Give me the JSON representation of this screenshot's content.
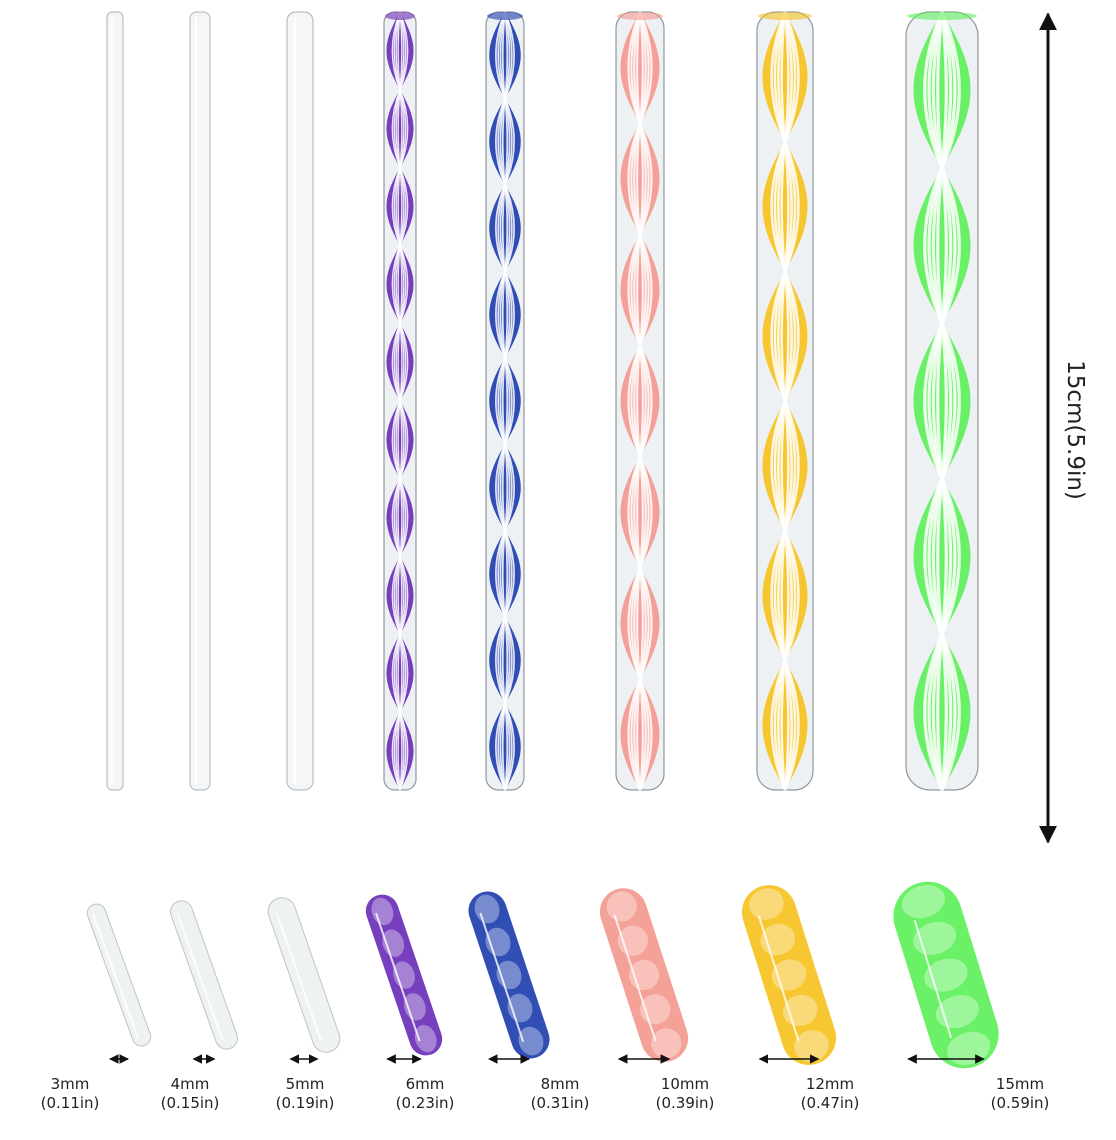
{
  "product_photo": {
    "height_label": "15cm(5.9in)",
    "rods": [
      {
        "size_mm": "3mm",
        "size_in": "(0.11in)",
        "color": "#dfe4e8",
        "pattern": "clear"
      },
      {
        "size_mm": "4mm",
        "size_in": "(0.15in)",
        "color": "#dfe4e8",
        "pattern": "clear"
      },
      {
        "size_mm": "5mm",
        "size_in": "(0.19in)",
        "color": "#dfe4e8",
        "pattern": "clear"
      },
      {
        "size_mm": "6mm",
        "size_in": "(0.23in)",
        "color": "#6a2fb8",
        "pattern": "twisted-stripes"
      },
      {
        "size_mm": "8mm",
        "size_in": "(0.31in)",
        "color": "#1e3fae",
        "pattern": "twisted-stripes"
      },
      {
        "size_mm": "10mm",
        "size_in": "(0.39in)",
        "color": "#f39a8e",
        "pattern": "twisted-stripes"
      },
      {
        "size_mm": "12mm",
        "size_in": "(0.47in)",
        "color": "#f6c21f",
        "pattern": "twisted-stripes"
      },
      {
        "size_mm": "15mm",
        "size_in": "(0.59in)",
        "color": "#5ef05a",
        "pattern": "twisted-stripes"
      }
    ]
  }
}
